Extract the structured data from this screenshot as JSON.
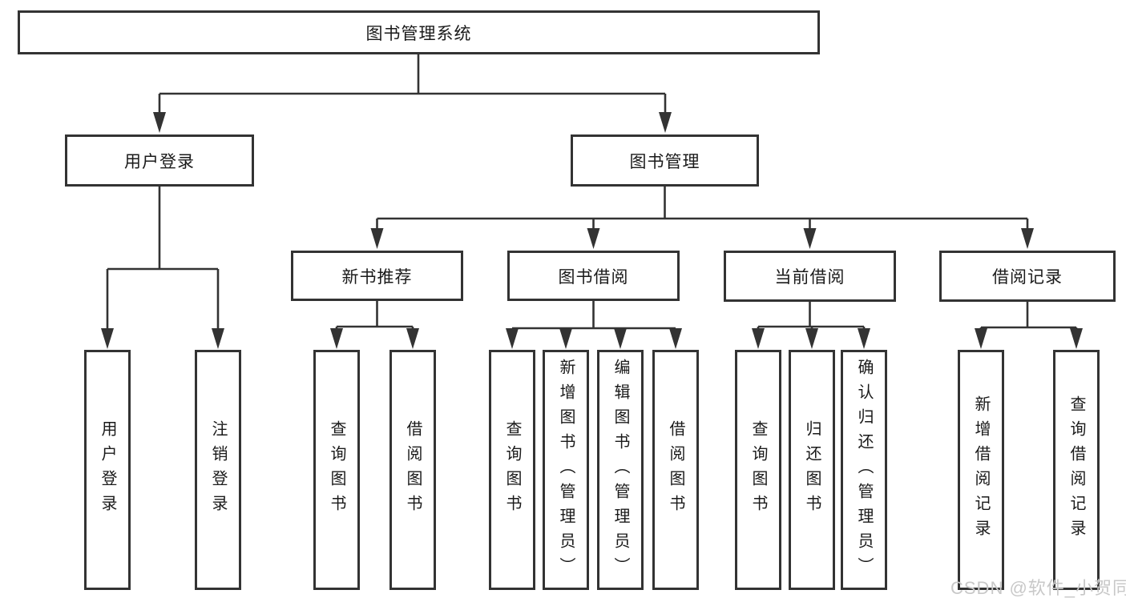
{
  "tree": {
    "root": {
      "label": "图书管理系统"
    },
    "children": [
      {
        "label": "用户登录",
        "children": [
          {
            "label": "用户登录"
          },
          {
            "label": "注销登录"
          }
        ]
      },
      {
        "label": "图书管理",
        "children": [
          {
            "label": "新书推荐",
            "children": [
              {
                "label": "查询图书"
              },
              {
                "label": "借阅图书"
              }
            ]
          },
          {
            "label": "图书借阅",
            "children": [
              {
                "label": "查询图书"
              },
              {
                "label": "新增图书（管理员）"
              },
              {
                "label": "编辑图书（管理员）"
              },
              {
                "label": "借阅图书"
              }
            ]
          },
          {
            "label": "当前借阅",
            "children": [
              {
                "label": "查询图书"
              },
              {
                "label": "归还图书"
              },
              {
                "label": "确认归还（管理员）"
              }
            ]
          },
          {
            "label": "借阅记录",
            "children": [
              {
                "label": "新增借阅记录"
              },
              {
                "label": "查询借阅记录"
              }
            ]
          }
        ]
      }
    ]
  },
  "watermark": {
    "text": "CSDN @软件_小贺同学",
    "color": "#c8c8c8"
  },
  "colors": {
    "line": "#333333",
    "box_border": "#333333",
    "box_fill": "#ffffff",
    "text": "#1a1a1a",
    "background": "#ffffff"
  }
}
